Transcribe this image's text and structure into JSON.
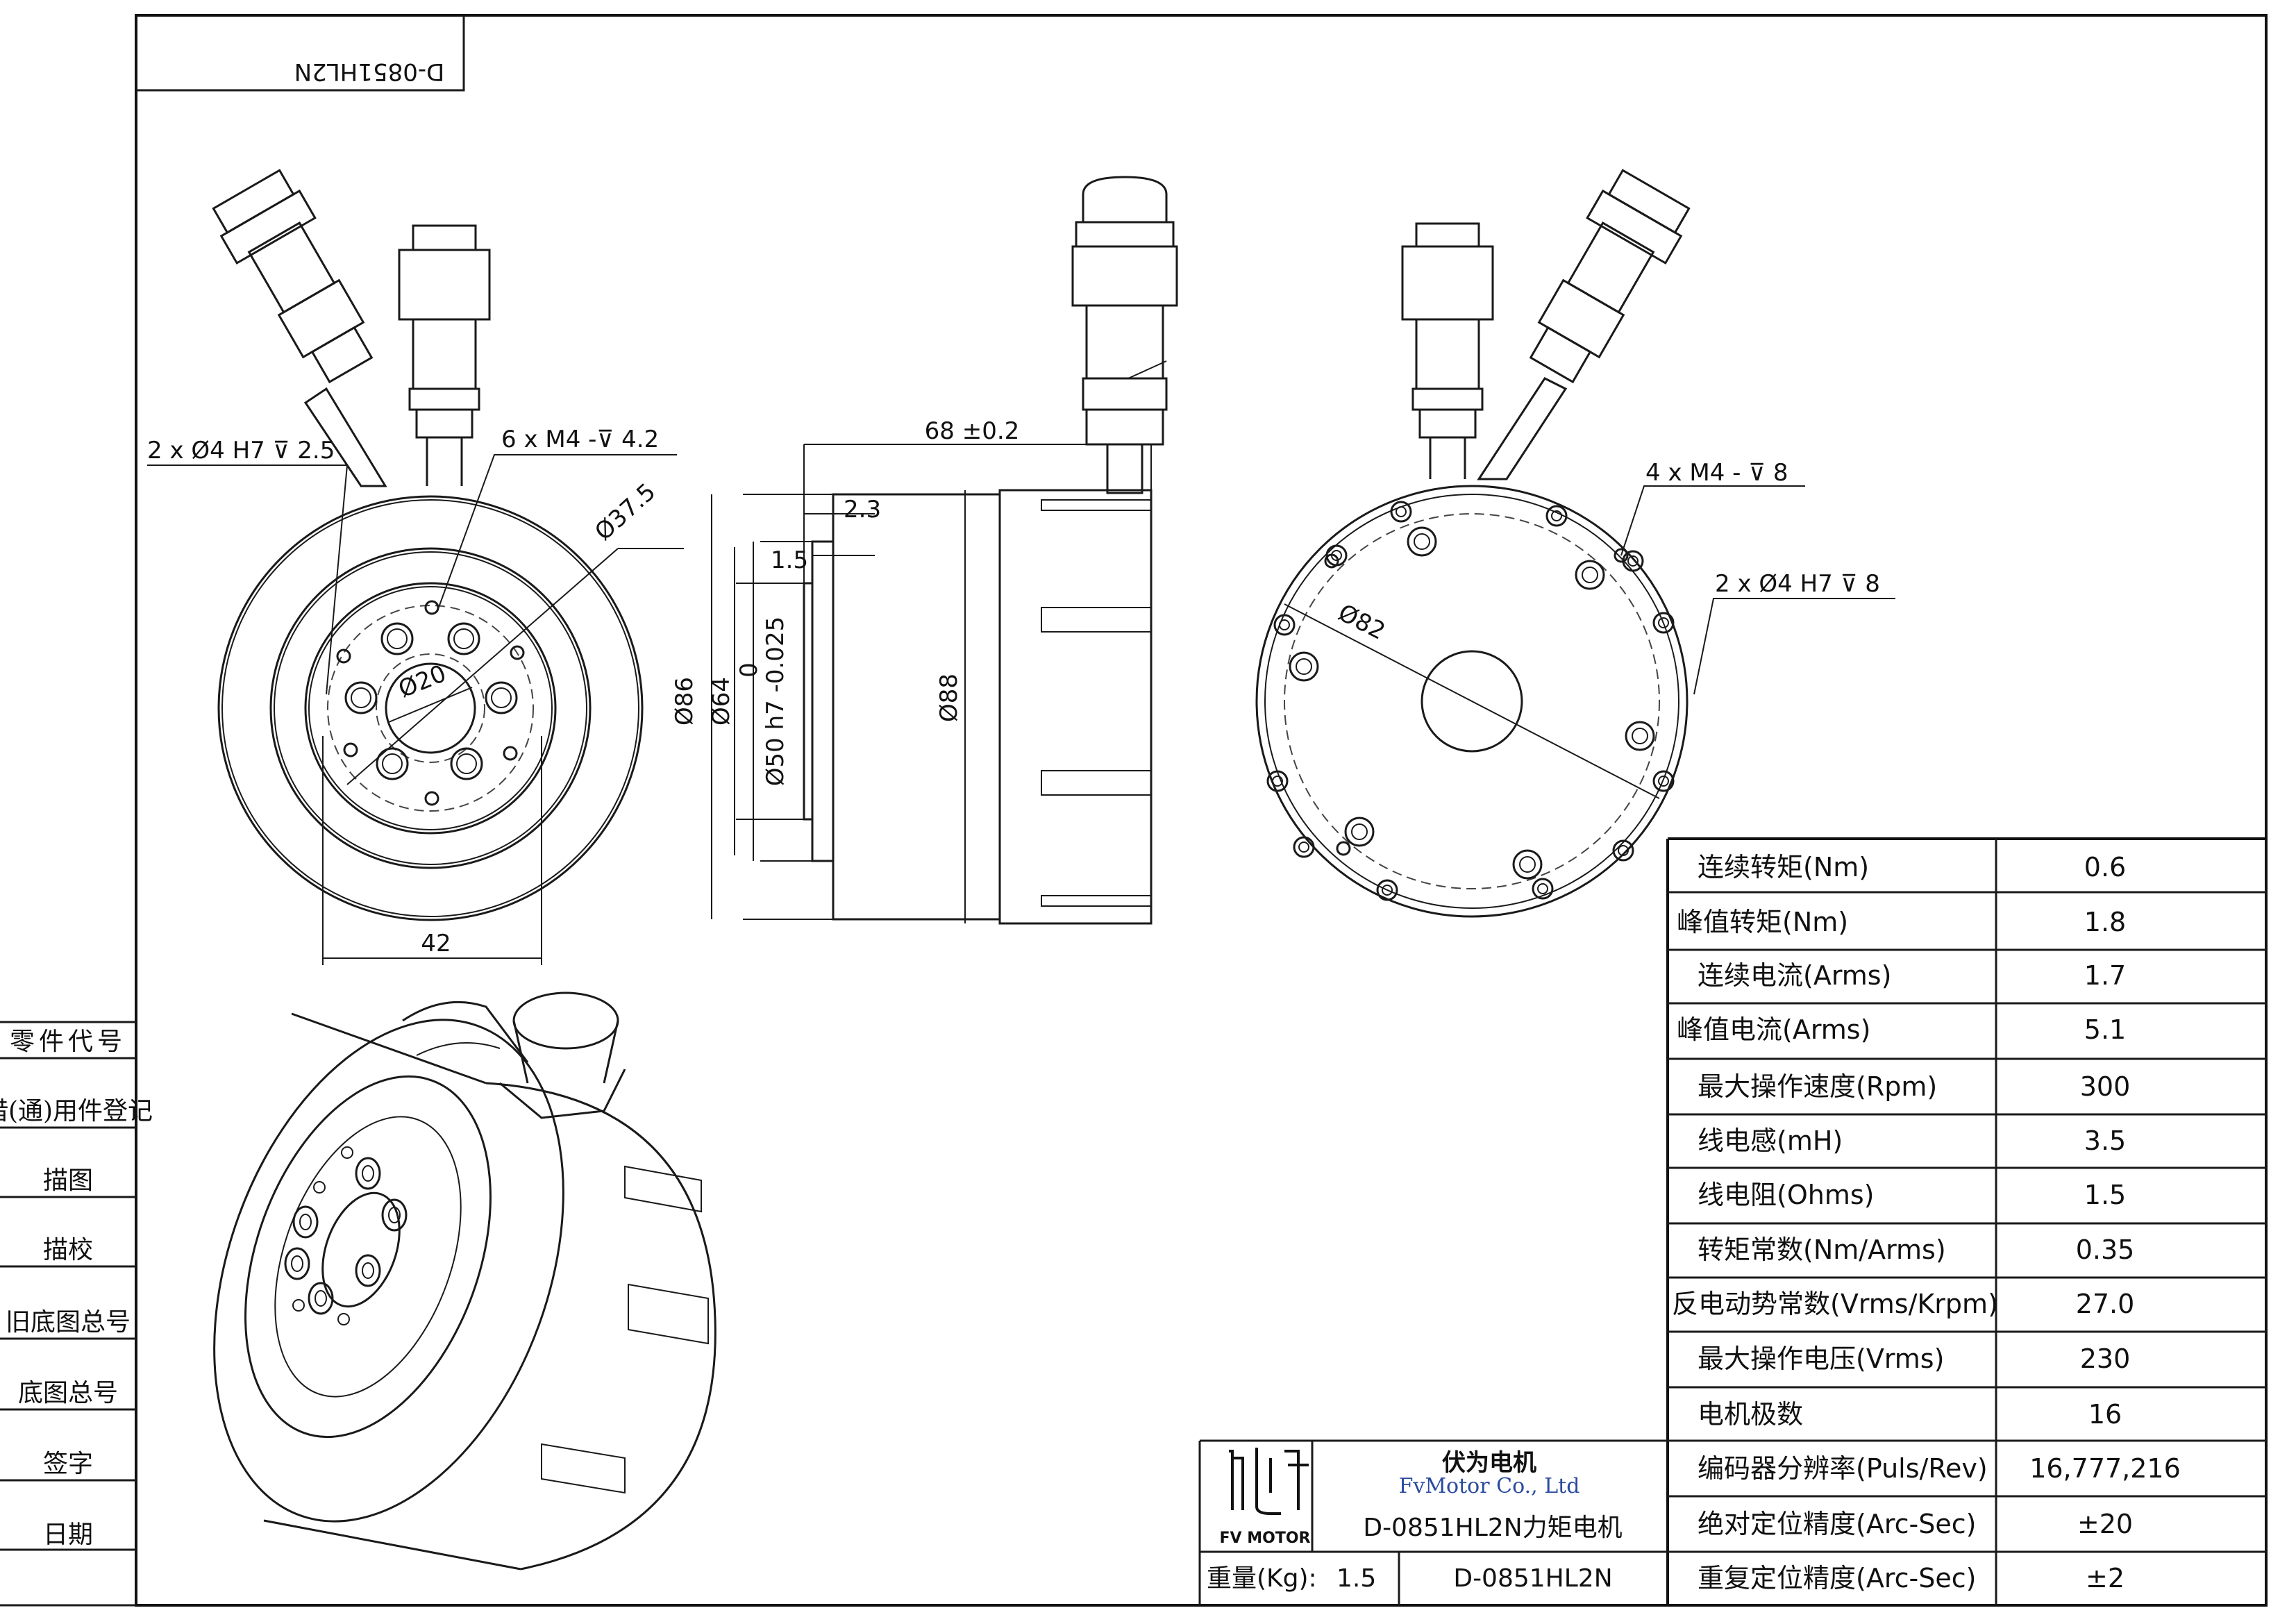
{
  "rotated_label": "D-0851HL2N",
  "left_strip": [
    "零件代号",
    "借(通)用件登记",
    "描图",
    "描校",
    "旧底图总号",
    "底图总号",
    "签字",
    "日期"
  ],
  "dims": {
    "front_bore_holes": "2 x Ø4 H7 ⊽ 2.5",
    "front_threads": "6 x  M4 -⊽ 4.2",
    "pcd_37_5": "Ø37.5",
    "pcd_20": "Ø20",
    "width_42": "42",
    "length": "68 ±0.2",
    "step_2_3": "2.3",
    "step_1_5": "1.5",
    "dia_86": "Ø86",
    "dia_64": "Ø64",
    "tol_upper": "0",
    "dia_50": "Ø50 h7 -0.025",
    "dia_88": "Ø88",
    "rear_threads": "4 x  M4 - ⊽ 8",
    "rear_bore_holes": "2 x Ø4 H7 ⊽ 8",
    "pcd_82": "Ø82"
  },
  "specs": [
    {
      "label": "连续转矩(Nm)",
      "value": "0.6"
    },
    {
      "label": "峰值转矩(Nm)",
      "value": "1.8"
    },
    {
      "label": "连续电流(Arms)",
      "value": "1.7"
    },
    {
      "label": "峰值电流(Arms)",
      "value": "5.1"
    },
    {
      "label": "最大操作速度(Rpm)",
      "value": "300"
    },
    {
      "label": "线电感(mH)",
      "value": "3.5"
    },
    {
      "label": "线电阻(Ohms)",
      "value": "1.5"
    },
    {
      "label": "转矩常数(Nm/Arms)",
      "value": "0.35"
    },
    {
      "label": "反电动势常数(Vrms/Krpm)",
      "value": "27.0"
    },
    {
      "label": "最大操作电压(Vrms)",
      "value": "230"
    },
    {
      "label": "电机极数",
      "value": "16"
    },
    {
      "label": "编码器分辨率(Puls/Rev)",
      "value": "16,777,216"
    },
    {
      "label": "绝对定位精度(Arc-Sec)",
      "value": "±20"
    },
    {
      "label": "重复定位精度(Arc-Sec)",
      "value": "±2"
    }
  ],
  "title_block": {
    "company_cn": "伏为电机",
    "company_en": "FvMotor Co., Ltd",
    "product_name": "D-0851HL2N力矩电机",
    "logo_text": "FV MOTOR",
    "weight_label": "重量(Kg):",
    "weight_value": "1.5",
    "drawing_no": "D-0851HL2N"
  }
}
